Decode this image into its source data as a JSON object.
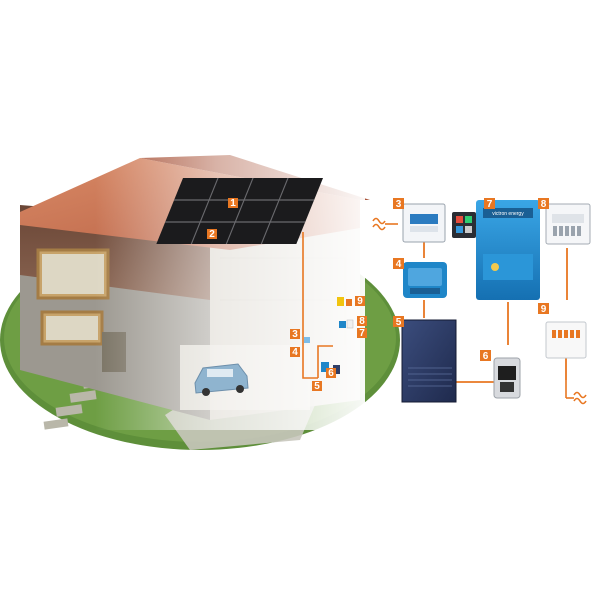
{
  "colors": {
    "accent_orange": "#e87722",
    "roof": "#c0674a",
    "grass": "#5e8f3a",
    "victron_blue": "#1f86c8",
    "battery": "#2f3e67",
    "panel": "#1b1b1d"
  },
  "house_badges": [
    {
      "id": "1",
      "label": "1"
    },
    {
      "id": "2",
      "label": "2"
    },
    {
      "id": "3",
      "label": "3"
    },
    {
      "id": "4",
      "label": "4"
    },
    {
      "id": "5",
      "label": "5"
    },
    {
      "id": "6",
      "label": "6"
    },
    {
      "id": "7",
      "label": "7"
    },
    {
      "id": "8",
      "label": "8"
    },
    {
      "id": "9",
      "label": "9"
    }
  ],
  "components": [
    {
      "id": "3",
      "label": "3",
      "icon": "ac-distribution-box-icon"
    },
    {
      "id": "4",
      "label": "4",
      "icon": "mppt-charge-controller-icon"
    },
    {
      "id": "5",
      "label": "5",
      "icon": "battery-bank-icon"
    },
    {
      "id": "6",
      "label": "6",
      "icon": "battery-switch-icon"
    },
    {
      "id": "7",
      "label": "7",
      "icon": "inverter-charger-icon"
    },
    {
      "id": "8",
      "label": "8",
      "icon": "ac-output-panel-icon"
    },
    {
      "id": "9",
      "label": "9",
      "icon": "consumer-unit-icon"
    }
  ],
  "devices": {
    "inverter_brand_text": "victron energy"
  },
  "symbols": {
    "ac_wave": "~"
  }
}
